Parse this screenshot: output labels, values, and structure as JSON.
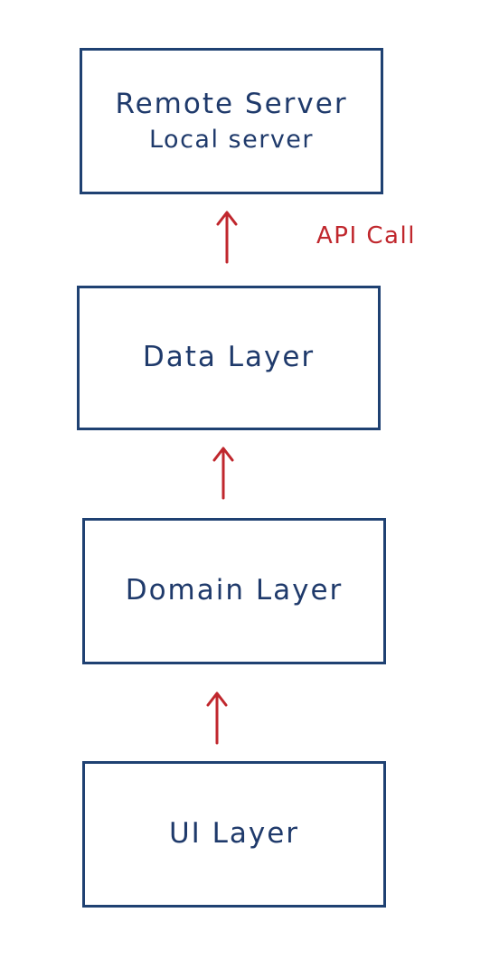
{
  "diagram": {
    "boxes": {
      "remote": {
        "line1": "Remote Server",
        "line2": "Local server"
      },
      "data": {
        "label": "Data Layer"
      },
      "domain": {
        "label": "Domain Layer"
      },
      "ui": {
        "label": "UI Layer"
      }
    },
    "api_call_label": "API Call"
  },
  "colors": {
    "box_border": "#1f4172",
    "box_text": "#1f3a6b",
    "arrow": "#c0272d"
  }
}
